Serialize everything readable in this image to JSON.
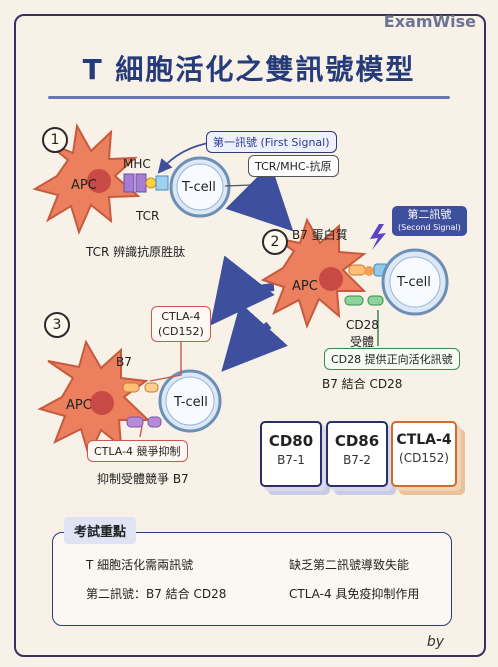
{
  "brand": "ExamWise",
  "title": "T 細胞活化之雙訊號模型",
  "step1": {
    "number": "1",
    "apc": "APC",
    "tcell": "T-cell",
    "mhc": "MHC",
    "tcr": "TCR",
    "first_signal": "第一訊號 (First Signal)",
    "complex": "TCR/MHC-抗原",
    "caption": "TCR 辨識抗原胜肽"
  },
  "step2": {
    "number": "2",
    "apc": "APC",
    "tcell": "T-cell",
    "b7": "B7 蛋白質",
    "second_signal": "第二訊號",
    "second_signal_en": "(Second Signal)",
    "cd28": "CD28",
    "receptor": "受體",
    "costim": "CD28 提供正向活化訊號",
    "caption": "B7 結合 CD28"
  },
  "step3": {
    "number": "3",
    "apc": "APC",
    "tcell": "T-cell",
    "b7": "B7",
    "ctla4": "CTLA-4",
    "ctla4_alt": "(CD152)",
    "compete": "CTLA-4 競爭抑制",
    "caption": "抑制受體競爭 B7"
  },
  "cards": [
    {
      "name": "CD80",
      "sub": "B7-1"
    },
    {
      "name": "CD86",
      "sub": "B7-2"
    },
    {
      "name": "CTLA-4",
      "sub": "(CD152)"
    }
  ],
  "summary": {
    "heading": "考試重點",
    "items": [
      "T 細胞活化需兩訊號",
      "缺乏第二訊號導致失能",
      "第二訊號：B7 結合 CD28",
      "CTLA-4 具免疫抑制作用"
    ]
  },
  "signature": "by"
}
